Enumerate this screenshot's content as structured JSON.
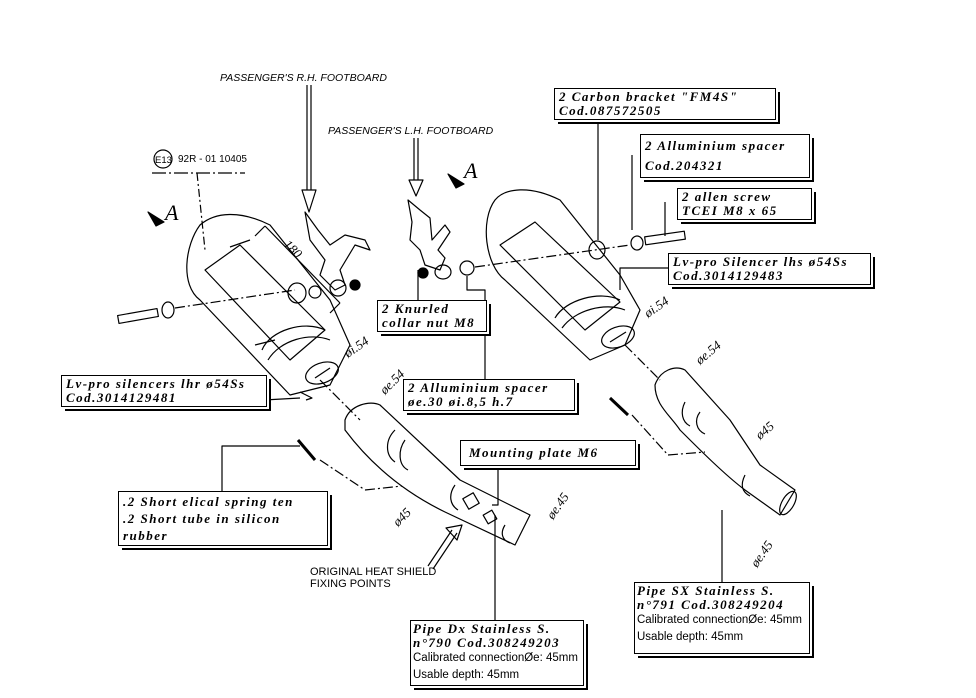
{
  "diagram": {
    "type": "exploded-assembly",
    "homologation": {
      "mark": "E13",
      "code": "92R - 01 10405"
    },
    "view_labels": [
      "A",
      "A"
    ],
    "annotations": {
      "rh_footboard": "PASSENGER'S R.H. FOOTBOARD",
      "lh_footboard": "PASSENGER'S L.H. FOOTBOARD",
      "heat_shield": [
        "ORIGINAL HEAT SHIELD",
        "FIXING POINTS"
      ]
    },
    "callouts": {
      "carbon_bracket": {
        "line1": "2 Carbon bracket \"FM4S\"",
        "line2": "Cod.087572505"
      },
      "alu_spacer_top": {
        "line1": "2 Alluminium spacer",
        "line2": "Cod.204321"
      },
      "allen_screw": {
        "line1": "2 allen screw",
        "line2": "TCEI M8 x 65"
      },
      "silencer_lhs": {
        "line1": "Lv-pro Silencer lhs ø54Ss",
        "line2": "Cod.3014129483"
      },
      "knurled_nut": {
        "line1": "2 Knurled",
        "line2": "collar nut M8"
      },
      "alu_spacer_mid": {
        "line1": "2 Alluminium spacer",
        "line2": "øe.30 øi.8,5 h.7"
      },
      "silencer_lhr": {
        "line1": "Lv-pro silencers lhr ø54Ss",
        "line2": "Cod.3014129481"
      },
      "mounting_plate": {
        "line1": "Mounting plate M6"
      },
      "spring_tube": {
        "line1": ".2 Short elical spring ten",
        "line2": ".2 Short tube in silicon",
        "line3": "rubber"
      },
      "pipe_dx": {
        "line1": "Pipe Dx Stainless S.",
        "line2": "n°790   Cod.308249203",
        "line3": "Calibrated connectionØe: 45mm",
        "line4": "Usable depth: 45mm"
      },
      "pipe_sx": {
        "line1": "Pipe SX Stainless S.",
        "line2": "n°791   Cod.308249204",
        "line3": "Calibrated connectionØe: 45mm",
        "line4": "Usable depth: 45mm"
      }
    },
    "dimensions": {
      "length_180": "180",
      "left_silencer_inner": "øi.54",
      "right_silencer_inner": "øi.54",
      "left_pipe_inlet": "øe.54",
      "left_pipe_mid": "ø45",
      "left_pipe_outlet": "øe.45",
      "right_pipe_inlet": "øe.54",
      "right_pipe_mid": "ø45",
      "right_pipe_outlet": "øe.45"
    }
  }
}
